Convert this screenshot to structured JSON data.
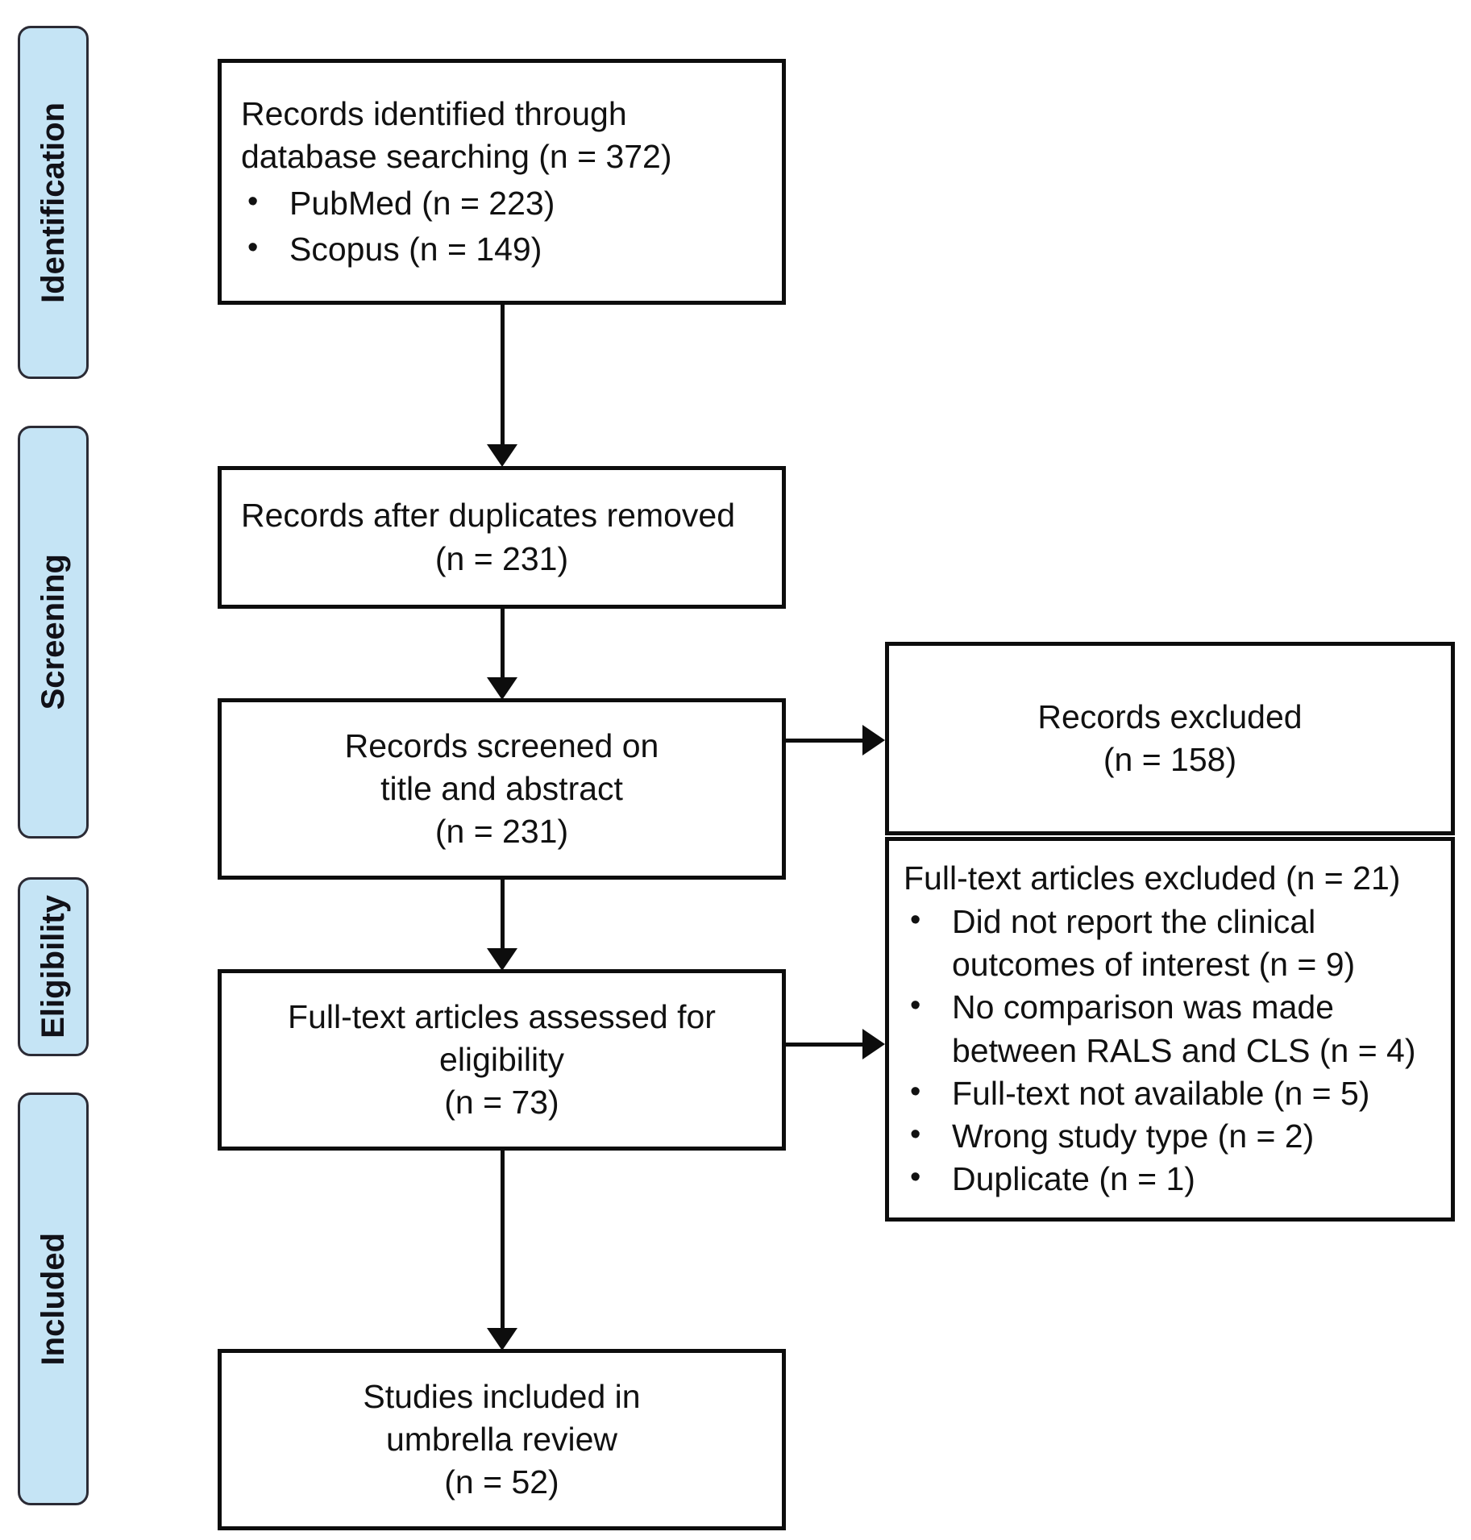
{
  "diagram": {
    "type": "prisma-flow-diagram",
    "title": "PRISMA study selection flow",
    "accent_color": "#c5e4f5",
    "border_color": "#0d0d0d",
    "background_color": "#ffffff"
  },
  "stages": [
    {
      "id": "identification",
      "label": "Identification"
    },
    {
      "id": "screening",
      "label": "Screening"
    },
    {
      "id": "eligibility",
      "label": "Eligibility"
    },
    {
      "id": "included",
      "label": "Included"
    }
  ],
  "boxes": {
    "identified": {
      "line1": "Records identified through",
      "line2": "database searching (n = 372)",
      "bullets": [
        "PubMed (n = 223)",
        "Scopus (n = 149)"
      ]
    },
    "after_duplicates": {
      "line1": "Records after duplicates removed",
      "line2": "(n = 231)"
    },
    "screened": {
      "line1": "Records screened on",
      "line2": "title and abstract",
      "line3": "(n = 231)"
    },
    "records_excluded": {
      "line1": "Records excluded",
      "line2": "(n = 158)"
    },
    "fulltext_assessed": {
      "line1": "Full-text articles assessed for",
      "line2": "eligibility",
      "line3": "(n = 73)"
    },
    "fulltext_excluded": {
      "heading": "Full-text articles excluded (n = 21)",
      "bullets": [
        "Did not report the clinical outcomes of interest (n = 9)",
        "No comparison was made between RALS and CLS (n = 4)",
        "Full-text not available (n = 5)",
        "Wrong study type (n = 2)",
        "Duplicate (n = 1)"
      ]
    },
    "included": {
      "line1": "Studies included in",
      "line2": "umbrella review",
      "line3": "(n = 52)"
    }
  },
  "counts": {
    "records_identified_total": 372,
    "pubmed": 223,
    "scopus": 149,
    "after_duplicates": 231,
    "screened": 231,
    "records_excluded": 158,
    "fulltext_assessed": 73,
    "fulltext_excluded_total": 21,
    "excluded_no_outcomes": 9,
    "excluded_no_comparison": 4,
    "excluded_not_available": 5,
    "excluded_wrong_type": 2,
    "excluded_duplicate": 1,
    "studies_included": 52
  },
  "bullet_glyph": "•"
}
